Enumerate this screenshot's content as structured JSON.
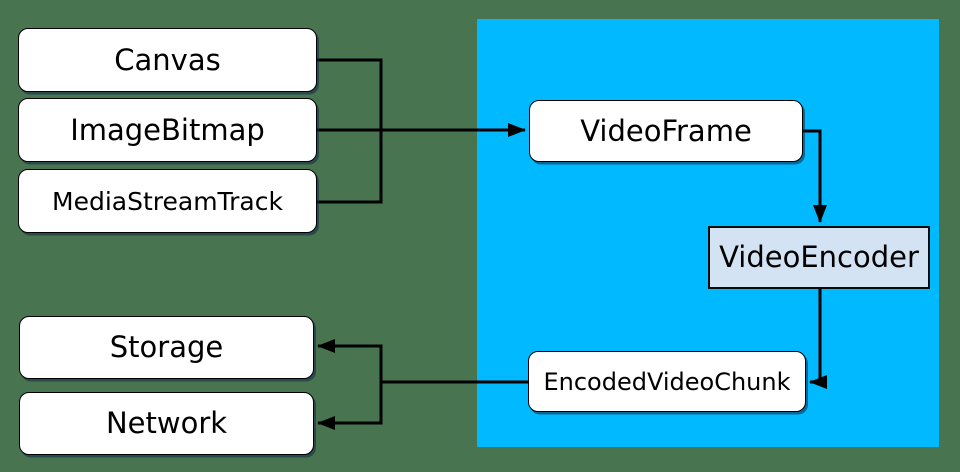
{
  "diagram": {
    "nodes": {
      "canvas": {
        "label": "Canvas"
      },
      "image_bitmap": {
        "label": "ImageBitmap"
      },
      "media_stream_track": {
        "label": "MediaStreamTrack"
      },
      "video_frame": {
        "label": "VideoFrame"
      },
      "video_encoder": {
        "label": "VideoEncoder"
      },
      "encoded_video_chunk": {
        "label": "EncodedVideoChunk"
      },
      "storage": {
        "label": "Storage"
      },
      "network": {
        "label": "Network"
      }
    },
    "edges": [
      {
        "from": "Canvas",
        "to": "VideoFrame"
      },
      {
        "from": "ImageBitmap",
        "to": "VideoFrame"
      },
      {
        "from": "MediaStreamTrack",
        "to": "VideoFrame"
      },
      {
        "from": "VideoFrame",
        "to": "VideoEncoder"
      },
      {
        "from": "VideoEncoder",
        "to": "EncodedVideoChunk"
      },
      {
        "from": "EncodedVideoChunk",
        "to": "Storage"
      },
      {
        "from": "EncodedVideoChunk",
        "to": "Network"
      }
    ],
    "colors": {
      "page_background": "#497450",
      "highlight_region": "#00b9ff",
      "node_fill": "#ffffff",
      "encoder_node_fill": "#d3e3f3",
      "connector": "#000000",
      "text": "#000000"
    }
  }
}
